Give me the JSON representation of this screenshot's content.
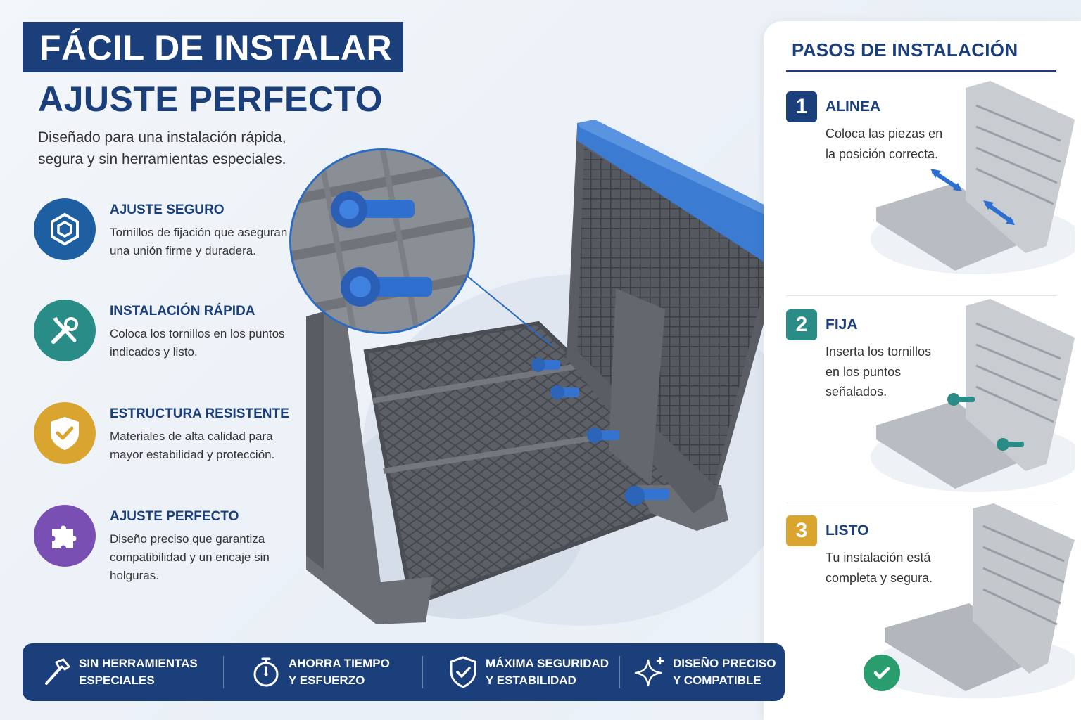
{
  "header": {
    "title": "FÁCIL DE INSTALAR",
    "subtitle": "AJUSTE PERFECTO",
    "intro": "Diseñado para una instalación rápida, segura y sin herramientas especiales."
  },
  "features": [
    {
      "title": "AJUSTE SEGURO",
      "desc": "Tornillos de fijación que aseguran una unión firme y duradera.",
      "icon": "hexagon-nut-icon",
      "color": "#1d5fa0"
    },
    {
      "title": "INSTALACIÓN RÁPIDA",
      "desc": "Coloca los tornillos en los puntos indicados y listo.",
      "icon": "tools-icon",
      "color": "#2a8c86"
    },
    {
      "title": "ESTRUCTURA RESISTENTE",
      "desc": "Materiales de alta calidad para mayor estabilidad y protección.",
      "icon": "shield-check-icon",
      "color": "#d9a52e"
    },
    {
      "title": "AJUSTE PERFECTO",
      "desc": "Diseño preciso que garantiza compatibilidad y un encaje sin holguras.",
      "icon": "puzzle-icon",
      "color": "#7a4fb3"
    }
  ],
  "steps_panel": {
    "title": "PASOS DE INSTALACIÓN",
    "steps": [
      {
        "num": "1",
        "title": "ALINEA",
        "desc": "Coloca las piezas en la posición correcta.",
        "color": "#1a3f7a"
      },
      {
        "num": "2",
        "title": "FIJA",
        "desc": "Inserta los tornillos en los puntos señalados.",
        "color": "#2a8c86"
      },
      {
        "num": "3",
        "title": "LISTO",
        "desc": "Tu instalación está completa y segura.",
        "color": "#d9a52e"
      }
    ]
  },
  "bottom_bar": {
    "items": [
      {
        "line1": "SIN HERRAMIENTAS",
        "line2": "ESPECIALES",
        "icon": "hammer-icon"
      },
      {
        "line1": "AHORRA TIEMPO",
        "line2": "Y ESFUERZO",
        "icon": "stopwatch-icon"
      },
      {
        "line1": "MÁXIMA SEGURIDAD",
        "line2": "Y ESTABILIDAD",
        "icon": "shield-check-icon"
      },
      {
        "line1": "DISEÑO PRECISO",
        "line2": "Y COMPATIBLE",
        "icon": "sparkle-icon"
      }
    ]
  },
  "colors": {
    "primary": "#1a3f7a",
    "screw_blue": "#2c6bc4",
    "rack_gray": "#5f636a",
    "check_green": "#2a9d6f"
  }
}
